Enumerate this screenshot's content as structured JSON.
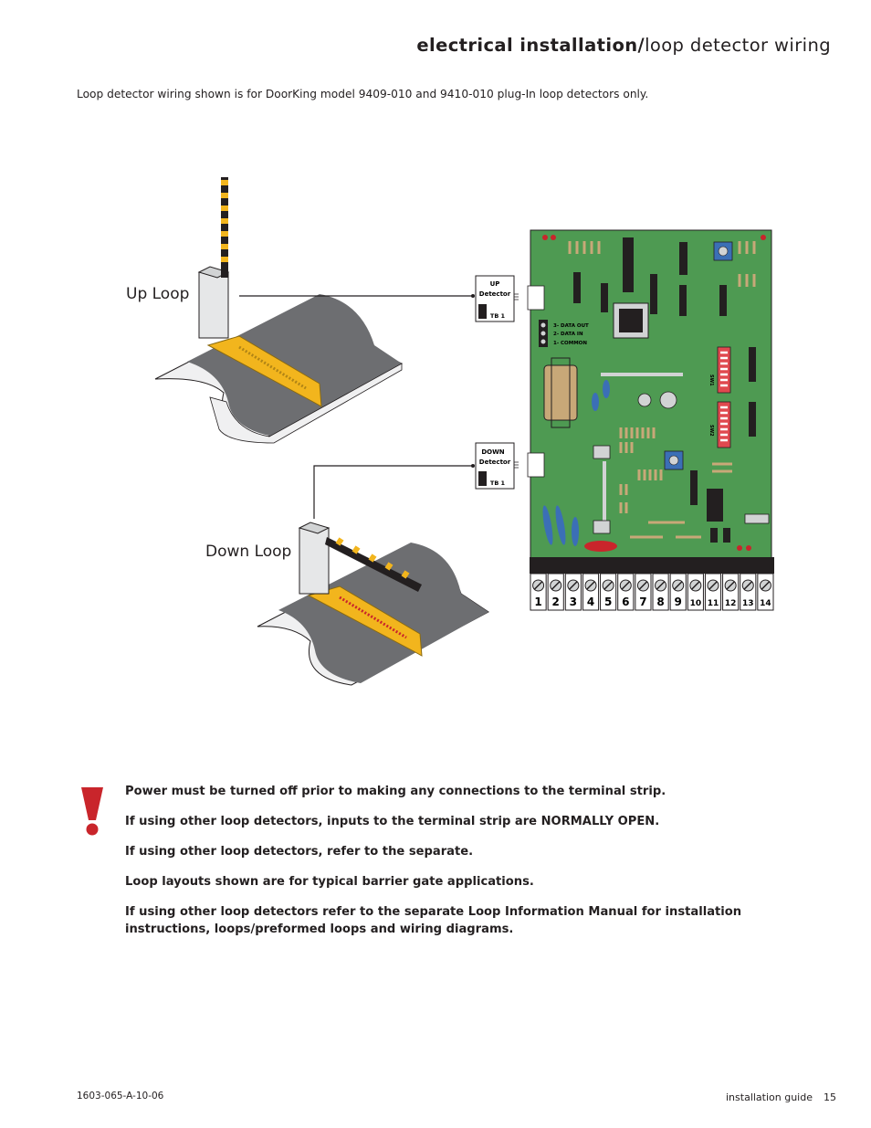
{
  "header": {
    "section": "electrical installation/",
    "subsection": "loop detector wiring"
  },
  "intro_text": "Loop detector wiring shown is for DoorKing model 9409-010 and 9410-010 plug-In loop detectors only.",
  "diagram": {
    "up_loop_label": "Up Loop",
    "down_loop_label": "Down Loop",
    "up_detector": {
      "line1": "UP",
      "line2": "Detector",
      "tb": "TB 1"
    },
    "down_detector": {
      "line1": "DOWN",
      "line2": "Detector",
      "tb": "TB 1"
    },
    "board_labels": {
      "data_out": "3- DATA OUT",
      "data_in": "2- DATA IN",
      "common": "1- COMMON",
      "sw1": "SW1",
      "sw2": "SW2"
    },
    "terminals": [
      "1",
      "2",
      "3",
      "4",
      "5",
      "6",
      "7",
      "8",
      "9",
      "10",
      "11",
      "12",
      "13",
      "14"
    ],
    "colors": {
      "board": "#4e9a52",
      "loop": "#f2b51d",
      "warning": "#c9252b",
      "road": "#6d6e71"
    }
  },
  "warnings": [
    "Power must be turned off prior to making any connections to the terminal strip.",
    "If using other loop detectors, inputs to the terminal strip are NORMALLY OPEN.",
    "If using other loop detectors, refer to the separate.",
    "Loop layouts shown are for typical barrier gate applications.",
    "If using other loop detectors refer to the separate Loop Information Manual for installation instructions, loops/preformed loops and wiring diagrams."
  ],
  "footer": {
    "doc_number": "1603-065-A-10-06",
    "guide_label": "installation guide",
    "page_number": "15"
  }
}
